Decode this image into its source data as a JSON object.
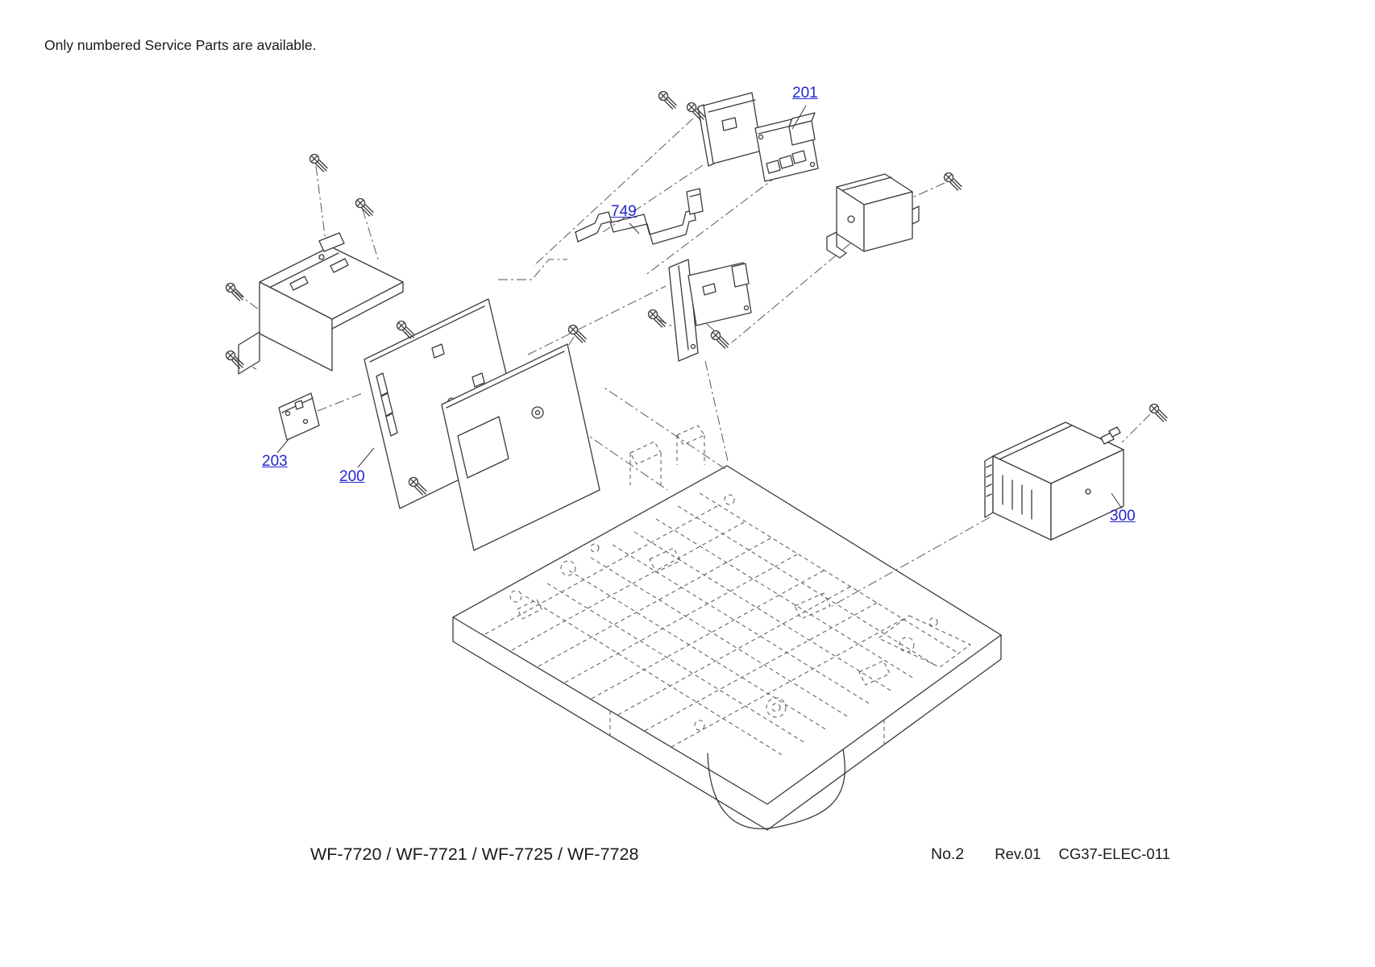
{
  "page": {
    "note": "Only numbered Service Parts are available.",
    "models_line": "WF-7720 / WF-7721 / WF-7725 / WF-7728",
    "sheet_number": "No.2",
    "revision": "Rev.01",
    "document_code": "CG37-ELEC-011"
  },
  "diagram": {
    "type": "exploded-parts-diagram",
    "colors": {
      "link": "#2424cf",
      "line": "#3a3a3a",
      "background": "#ffffff",
      "text": "#1a1a1a"
    },
    "parts": [
      {
        "number": "201"
      },
      {
        "number": "749"
      },
      {
        "number": "203"
      },
      {
        "number": "200"
      },
      {
        "number": "300"
      }
    ]
  }
}
